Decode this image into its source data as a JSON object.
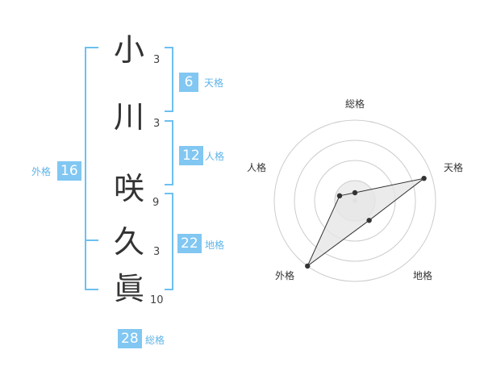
{
  "name_chars": [
    {
      "char": "小",
      "strokes": "3"
    },
    {
      "char": "川",
      "strokes": "3"
    },
    {
      "char": "咲",
      "strokes": "9"
    },
    {
      "char": "久",
      "strokes": "3"
    },
    {
      "char": "眞",
      "strokes": "10"
    }
  ],
  "fortunes": {
    "tenkaku": {
      "value": "6",
      "label": "天格"
    },
    "jinkaku": {
      "value": "12",
      "label": "人格"
    },
    "chikaku": {
      "value": "22",
      "label": "地格"
    },
    "gaikaku": {
      "value": "16",
      "label": "外格"
    },
    "soukaku": {
      "value": "28",
      "label": "総格"
    }
  },
  "colors": {
    "accent": "#81c7f2",
    "bracket": "#6cc0f0",
    "grid": "#cccccc",
    "polygon_fill": "#e6e6e6"
  },
  "chart_data": {
    "type": "radar",
    "axes": [
      "総格",
      "天格",
      "地格",
      "外格",
      "人格"
    ],
    "values": [
      0.1,
      0.9,
      0.3,
      1.0,
      0.2
    ],
    "rings": 4
  }
}
